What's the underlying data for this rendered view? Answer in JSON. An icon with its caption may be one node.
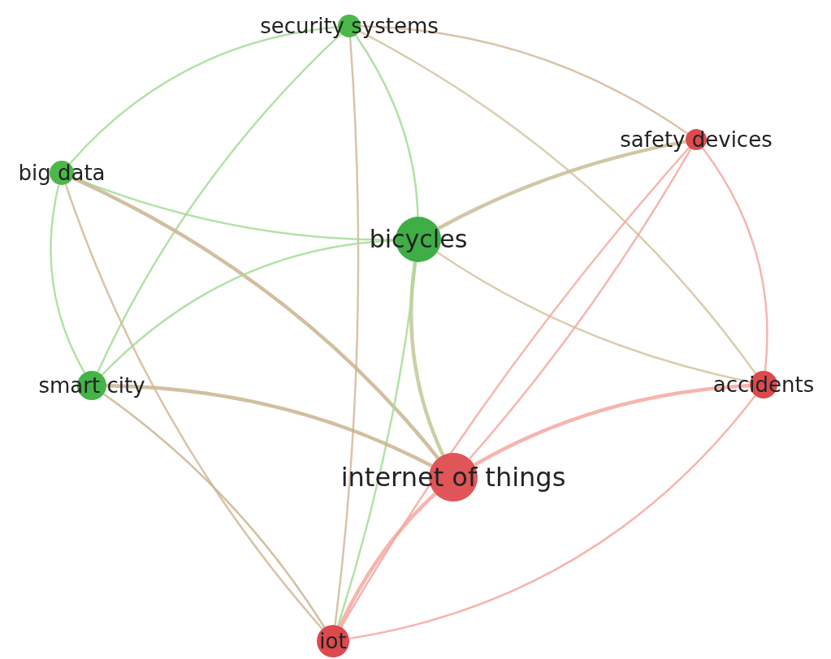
{
  "diagram": {
    "nodes": [
      {
        "text": [
          "security systems"
        ]
      },
      {
        "text": [
          "safety devices"
        ]
      },
      {
        "text": [
          "big data"
        ]
      },
      {
        "text": [
          "bicycles"
        ]
      },
      {
        "text": [
          "smart city"
        ]
      },
      {
        "text": [
          "accidents"
        ]
      },
      {
        "text": [
          "internet of things"
        ]
      },
      {
        "text": [
          "iot"
        ]
      }
    ],
    "edges": [
      {
        "from": 0,
        "to": 2,
        "arrow": "none"
      },
      {
        "from": 0,
        "to": 1,
        "arrow": "none",
        "color": "#d2b89a"
      },
      {
        "from": 0,
        "to": 3,
        "arrow": "none"
      },
      {
        "from": 0,
        "to": 4,
        "arrow": "none"
      },
      {
        "from": 0,
        "to": 7,
        "arrow": "none",
        "color": "#d2b89a"
      },
      {
        "from": 0,
        "to": 5,
        "arrow": "none",
        "color": "#d2c4a0"
      },
      {
        "from": 2,
        "to": 3,
        "arrow": "none"
      },
      {
        "from": 2,
        "to": 4,
        "arrow": "none"
      },
      {
        "from": 2,
        "to": 6,
        "arrow": "none",
        "color": "#c9b48f",
        "style": "thick"
      },
      {
        "from": 2,
        "to": 7,
        "arrow": "none",
        "color": "#d2b89a"
      },
      {
        "from": 3,
        "to": 4,
        "arrow": "none"
      },
      {
        "from": 3,
        "to": 1,
        "arrow": "none",
        "color": "#c9bc95",
        "style": "thick"
      },
      {
        "from": 3,
        "to": 6,
        "arrow": "none",
        "color": "#c2c795",
        "style": "thick"
      },
      {
        "from": 3,
        "to": 7,
        "arrow": "none"
      },
      {
        "from": 3,
        "to": 5,
        "arrow": "none",
        "color": "#d2c4a0"
      },
      {
        "from": 4,
        "to": 6,
        "arrow": "none",
        "color": "#c9b48f",
        "style": "thick"
      },
      {
        "from": 4,
        "to": 7,
        "arrow": "none",
        "color": "#c9b48f"
      },
      {
        "from": 1,
        "to": 6,
        "arrow": "none",
        "color": "#f4a8a0"
      },
      {
        "from": 1,
        "to": 7,
        "arrow": "none",
        "color": "#f4a8a0"
      },
      {
        "from": 1,
        "to": 5,
        "arrow": "none",
        "color": "#f4a8a0"
      },
      {
        "from": 5,
        "to": 6,
        "arrow": "none",
        "color": "#f4a8a0",
        "style": "thick"
      },
      {
        "from": 5,
        "to": 7,
        "arrow": "none",
        "color": "#f4a8a0"
      },
      {
        "from": 6,
        "to": 7,
        "arrow": "none",
        "color": "#f4a8a0",
        "style": "thick"
      }
    ]
  }
}
